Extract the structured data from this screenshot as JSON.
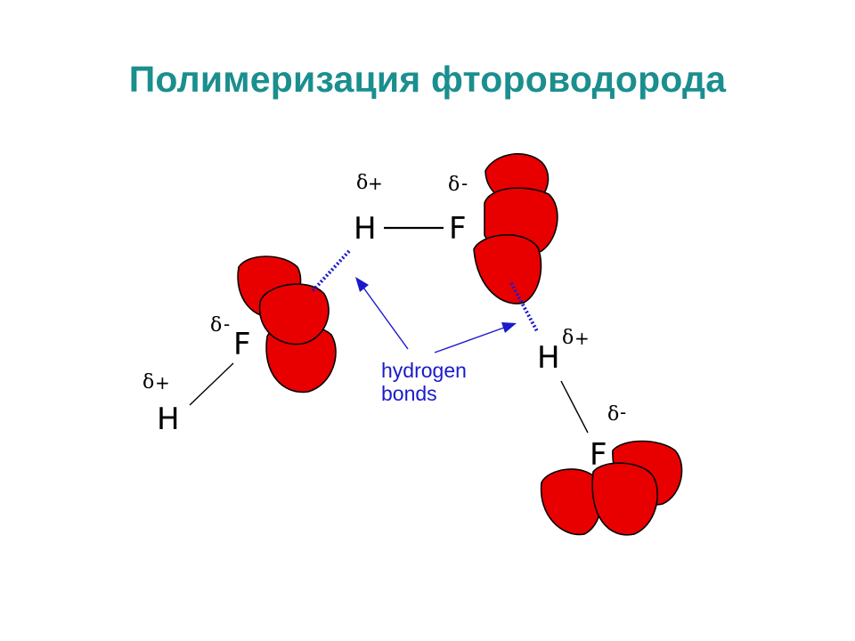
{
  "title": "Полимеризация фтороводорода",
  "diagram": {
    "molecules": [
      {
        "h": {
          "delta": "δ",
          "sign": "+",
          "symbol": "H"
        },
        "f": {
          "delta": "δ",
          "sign": "-",
          "symbol": "F"
        }
      },
      {
        "h": {
          "delta": "δ",
          "sign": "+",
          "symbol": "H"
        },
        "f": {
          "delta": "δ",
          "sign": "-",
          "symbol": "F"
        }
      },
      {
        "h": {
          "delta": "δ",
          "sign": "+",
          "symbol": "H"
        },
        "f": {
          "delta": "δ",
          "sign": "-",
          "symbol": "F"
        }
      }
    ],
    "annotation": {
      "line1": "hydrogen",
      "line2": "bonds"
    },
    "colors": {
      "lone_pair": "#e80000",
      "hydrogen_bond": "#1a1acc",
      "title": "#1b8e8e"
    }
  }
}
